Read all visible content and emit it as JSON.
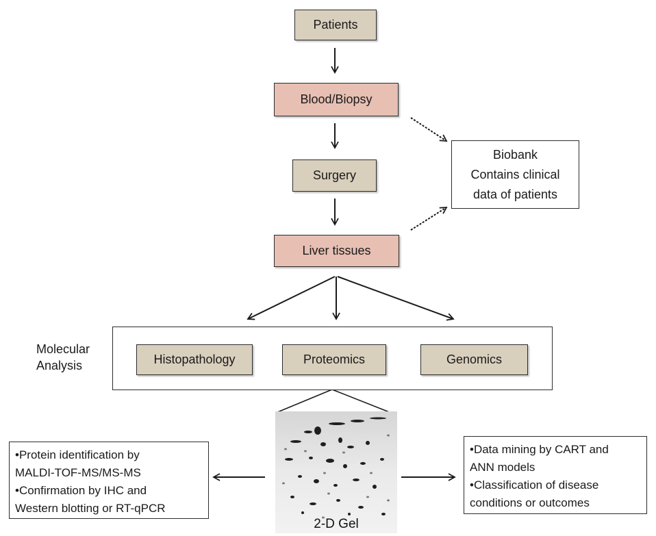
{
  "nodes": {
    "patients": "Patients",
    "blood_biopsy": "Blood/Biopsy",
    "surgery": "Surgery",
    "liver_tissues": "Liver tissues",
    "biobank": [
      "Biobank",
      "Contains clinical",
      "data of patients"
    ],
    "molecular_analysis": [
      "Molecular",
      "Analysis"
    ],
    "histopathology": "Histopathology",
    "proteomics": "Proteomics",
    "genomics": "Genomics",
    "gel_caption": "2-D Gel",
    "left_notes": [
      "•Protein identification by",
      "MALDI-TOF-MS/MS-MS",
      "•Confirmation by IHC and",
      "Western blotting or RT-qPCR"
    ],
    "right_notes": [
      "•Data mining by CART and",
      "ANN models",
      "•Classification of disease",
      "conditions or outcomes"
    ]
  },
  "colors": {
    "beige_box": "#d9cfbd",
    "pink_box": "#e7bfb3",
    "border": "#2b2b2b"
  }
}
